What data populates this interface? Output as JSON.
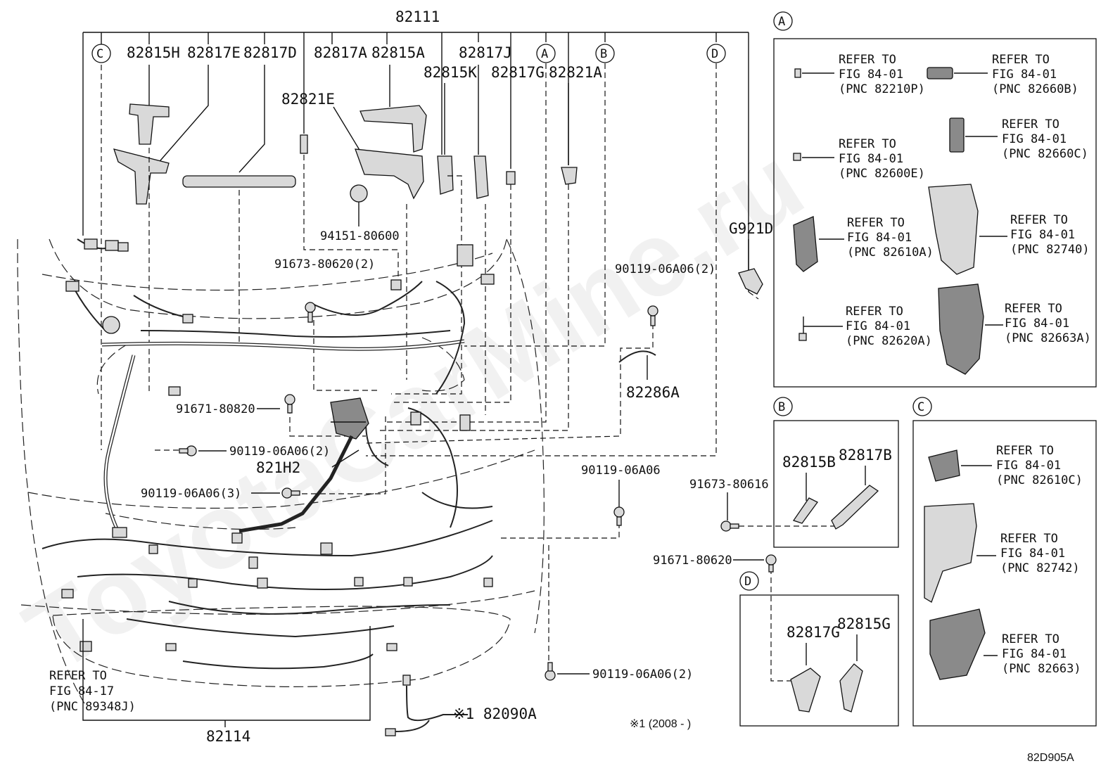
{
  "watermark": "ToyotaCarMine.ru",
  "main_labels": {
    "top": "82111",
    "p82815H": "82815H",
    "p82817E": "82817E",
    "p82817D": "82817D",
    "p82817A": "82817A",
    "p82815A": "82815A",
    "p82817J": "82817J",
    "p82815K": "82815K",
    "p82817G": "82817G",
    "p82821A": "82821A",
    "p82821E": "82821E",
    "p94151": "94151-80600",
    "p91673_620": "91673-80620(2)",
    "p90119_top": "90119-06A06(2)",
    "pG921D": "G921D",
    "p82286A": "82286A",
    "p91671_820": "91671-80820",
    "p90119_left": "90119-06A06(2)",
    "p821H2": "821H2",
    "p90119_3": "90119-06A06(3)",
    "p90119_mid": "90119-06A06",
    "p91673_616": "91673-80616",
    "p91671_620": "91671-80620",
    "p90119_bot": "90119-06A06(2)",
    "p82090A": "※1 82090A",
    "p82114": "82114",
    "bottom_ref": [
      "REFER TO",
      "FIG 84-17",
      "(PNC 89348J)"
    ],
    "footnote": "※1 (2008 -     )",
    "diagram_code": "82D905A"
  },
  "callouts": {
    "A": "A",
    "B": "B",
    "C": "C",
    "D": "D"
  },
  "panel_A": {
    "refs": [
      [
        "REFER TO",
        "FIG 84-01",
        "(PNC 82210P)"
      ],
      [
        "REFER TO",
        "FIG 84-01",
        "(PNC 82660B)"
      ],
      [
        "REFER TO",
        "FIG 84-01",
        "(PNC 82600E)"
      ],
      [
        "REFER TO",
        "FIG 84-01",
        "(PNC 82660C)"
      ],
      [
        "REFER TO",
        "FIG 84-01",
        "(PNC 82610A)"
      ],
      [
        "REFER TO",
        "FIG 84-01",
        "(PNC 82740)"
      ],
      [
        "REFER TO",
        "FIG 84-01",
        "(PNC 82620A)"
      ],
      [
        "REFER TO",
        "FIG 84-01",
        "(PNC 82663A)"
      ]
    ]
  },
  "panel_B": {
    "labels": [
      "82815B",
      "82817B"
    ]
  },
  "panel_C": {
    "refs": [
      [
        "REFER TO",
        "FIG 84-01",
        "(PNC 82610C)"
      ],
      [
        "REFER TO",
        "FIG 84-01",
        "(PNC 82742)"
      ],
      [
        "REFER TO",
        "FIG 84-01",
        "(PNC 82663)"
      ]
    ]
  },
  "panel_D": {
    "labels": [
      "82817G",
      "82815G"
    ]
  }
}
